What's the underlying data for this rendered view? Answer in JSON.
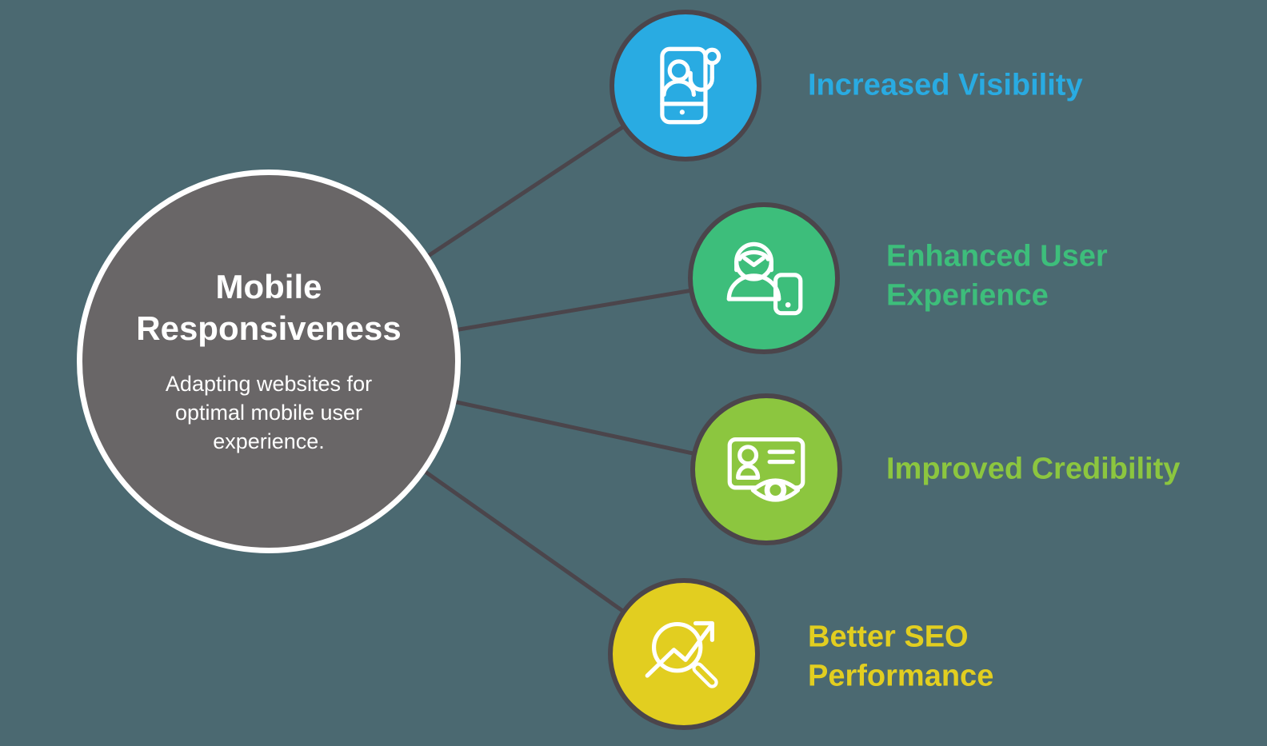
{
  "center": {
    "title": "Mobile Responsiveness",
    "description": "Adapting websites for optimal mobile user experience."
  },
  "nodes": [
    {
      "label": "Increased Visibility",
      "color": "#29ABE2",
      "icon": "phone-user-hook-icon"
    },
    {
      "label": "Enhanced User\nExperience",
      "color": "#3DBE7B",
      "icon": "person-with-tablet-icon"
    },
    {
      "label": "Improved Credibility",
      "color": "#8CC63F",
      "icon": "id-card-eye-icon"
    },
    {
      "label": "Better SEO\nPerformance",
      "color": "#E2CE20",
      "icon": "magnifier-trend-arrow-icon"
    }
  ],
  "palette": {
    "background": "#4B6971",
    "center_fill": "#696667",
    "center_border": "#FFFFFF",
    "connector": "#4B454B",
    "node_border": "#4B454B",
    "icon_stroke": "#FFFFFF",
    "center_text": "#FFFFFF"
  }
}
